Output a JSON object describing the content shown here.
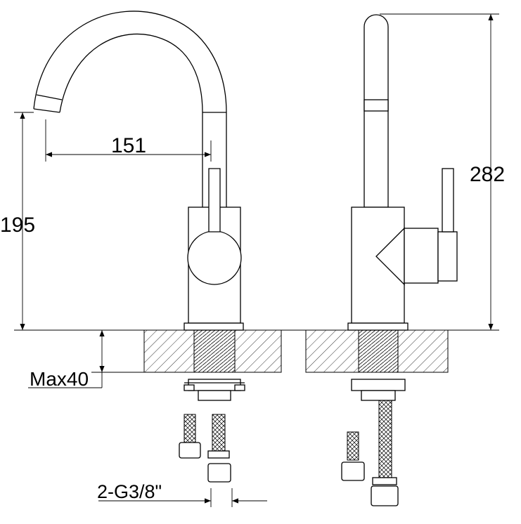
{
  "dimensions": {
    "spout_reach": "151",
    "spout_height": "195",
    "total_height": "282",
    "max_counter_thickness": "Max40",
    "connection": "2-G3/8\""
  },
  "colors": {
    "line": "#000000",
    "background": "#ffffff"
  }
}
